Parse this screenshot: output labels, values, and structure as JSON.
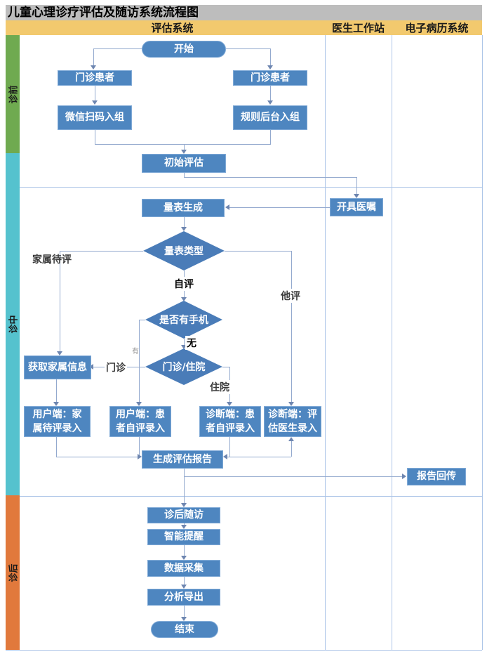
{
  "title": "儿童心理诊疗评估及随访系统流程图",
  "columns": {
    "assessment_system": "评估系统",
    "doctor_workstation": "医生工作站",
    "emr_system": "电子病历系统"
  },
  "lanes": {
    "pre": "诊前",
    "mid": "诊中",
    "post": "诊后"
  },
  "colors": {
    "title_bar": "#BDBDBD",
    "header_band": "#F2C96E",
    "lane_pre": "#6FAA50",
    "lane_mid": "#55C2CE",
    "lane_post": "#E1793C",
    "node_fill": "#4E86C0",
    "diamond_fill": "#4A7CB8",
    "connector": "#93A9CE",
    "grid_line": "#AEC6E8"
  },
  "nodes": {
    "start": "开始",
    "outpatient_left": "门诊患者",
    "outpatient_right": "门诊患者",
    "wechat_enroll": "微信扫码入组",
    "rule_enroll": "规则后台入组",
    "initial_assessment": "初始评估",
    "scale_generation": "量表生成",
    "issue_order": "开具医嘱",
    "scale_type": "量表类型",
    "has_phone": "是否有手机",
    "visit_type": "门诊/住院",
    "get_family_info": "获取家属信息",
    "client_family_entry": "用户端：家\n属待评录入",
    "client_patient_entry": "用户端：患\n者自评录入",
    "diagnosis_patient_entry": "诊断端：患\n者自评录入",
    "diagnosis_doctor_entry": "诊断端：评\n估医生录入",
    "generate_report": "生成评估报告",
    "report_return": "报告回传",
    "post_followup": "诊后随访",
    "smart_reminder": "智能提醒",
    "data_collection": "数据采集",
    "analysis_export": "分析导出",
    "end": "结束"
  },
  "edge_labels": {
    "family_pending": "家属待评",
    "self_eval": "自评",
    "other_eval": "他评",
    "no_phone": "无",
    "yes_phone": "有",
    "outpatient": "门诊",
    "inpatient": "住院"
  }
}
